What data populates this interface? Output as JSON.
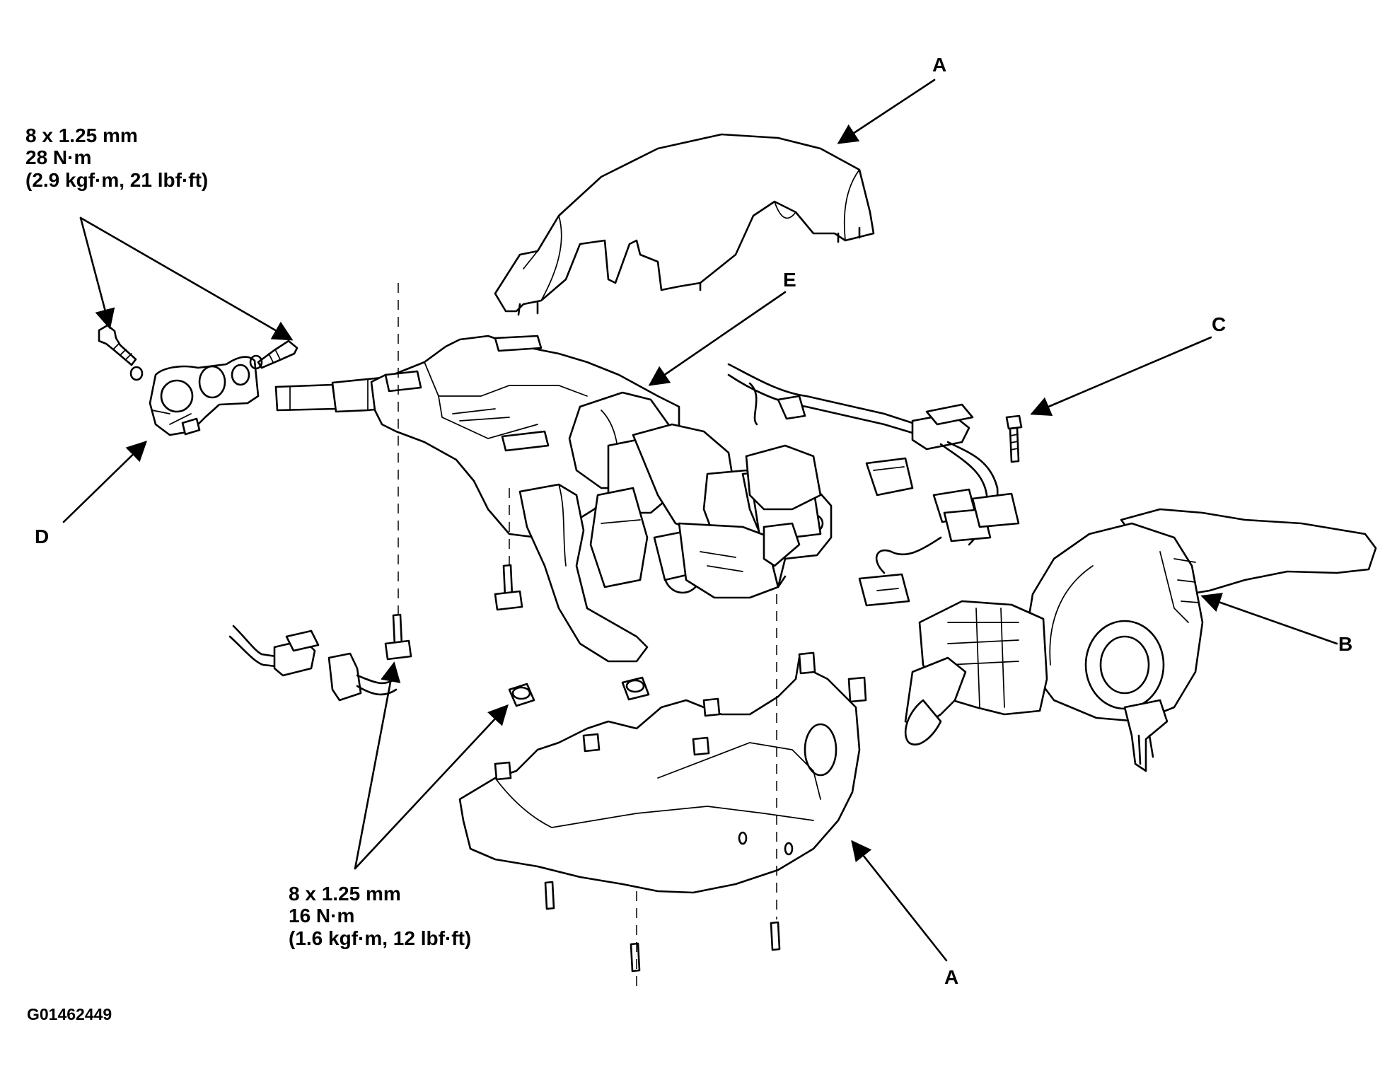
{
  "callouts": {
    "a_top": "A",
    "a_bottom": "A",
    "b": "B",
    "c": "C",
    "d": "D",
    "e": "E"
  },
  "spec_upper": {
    "size": "8 x 1.25 mm",
    "torque": "28 N·m",
    "torque_alt": "(2.9 kgf·m, 21 lbf·ft)"
  },
  "spec_lower": {
    "size": "8 x 1.25 mm",
    "torque": "16 N·m",
    "torque_alt": "(1.6 kgf·m, 12 lbf·ft)"
  },
  "figure_id": "G01462449"
}
